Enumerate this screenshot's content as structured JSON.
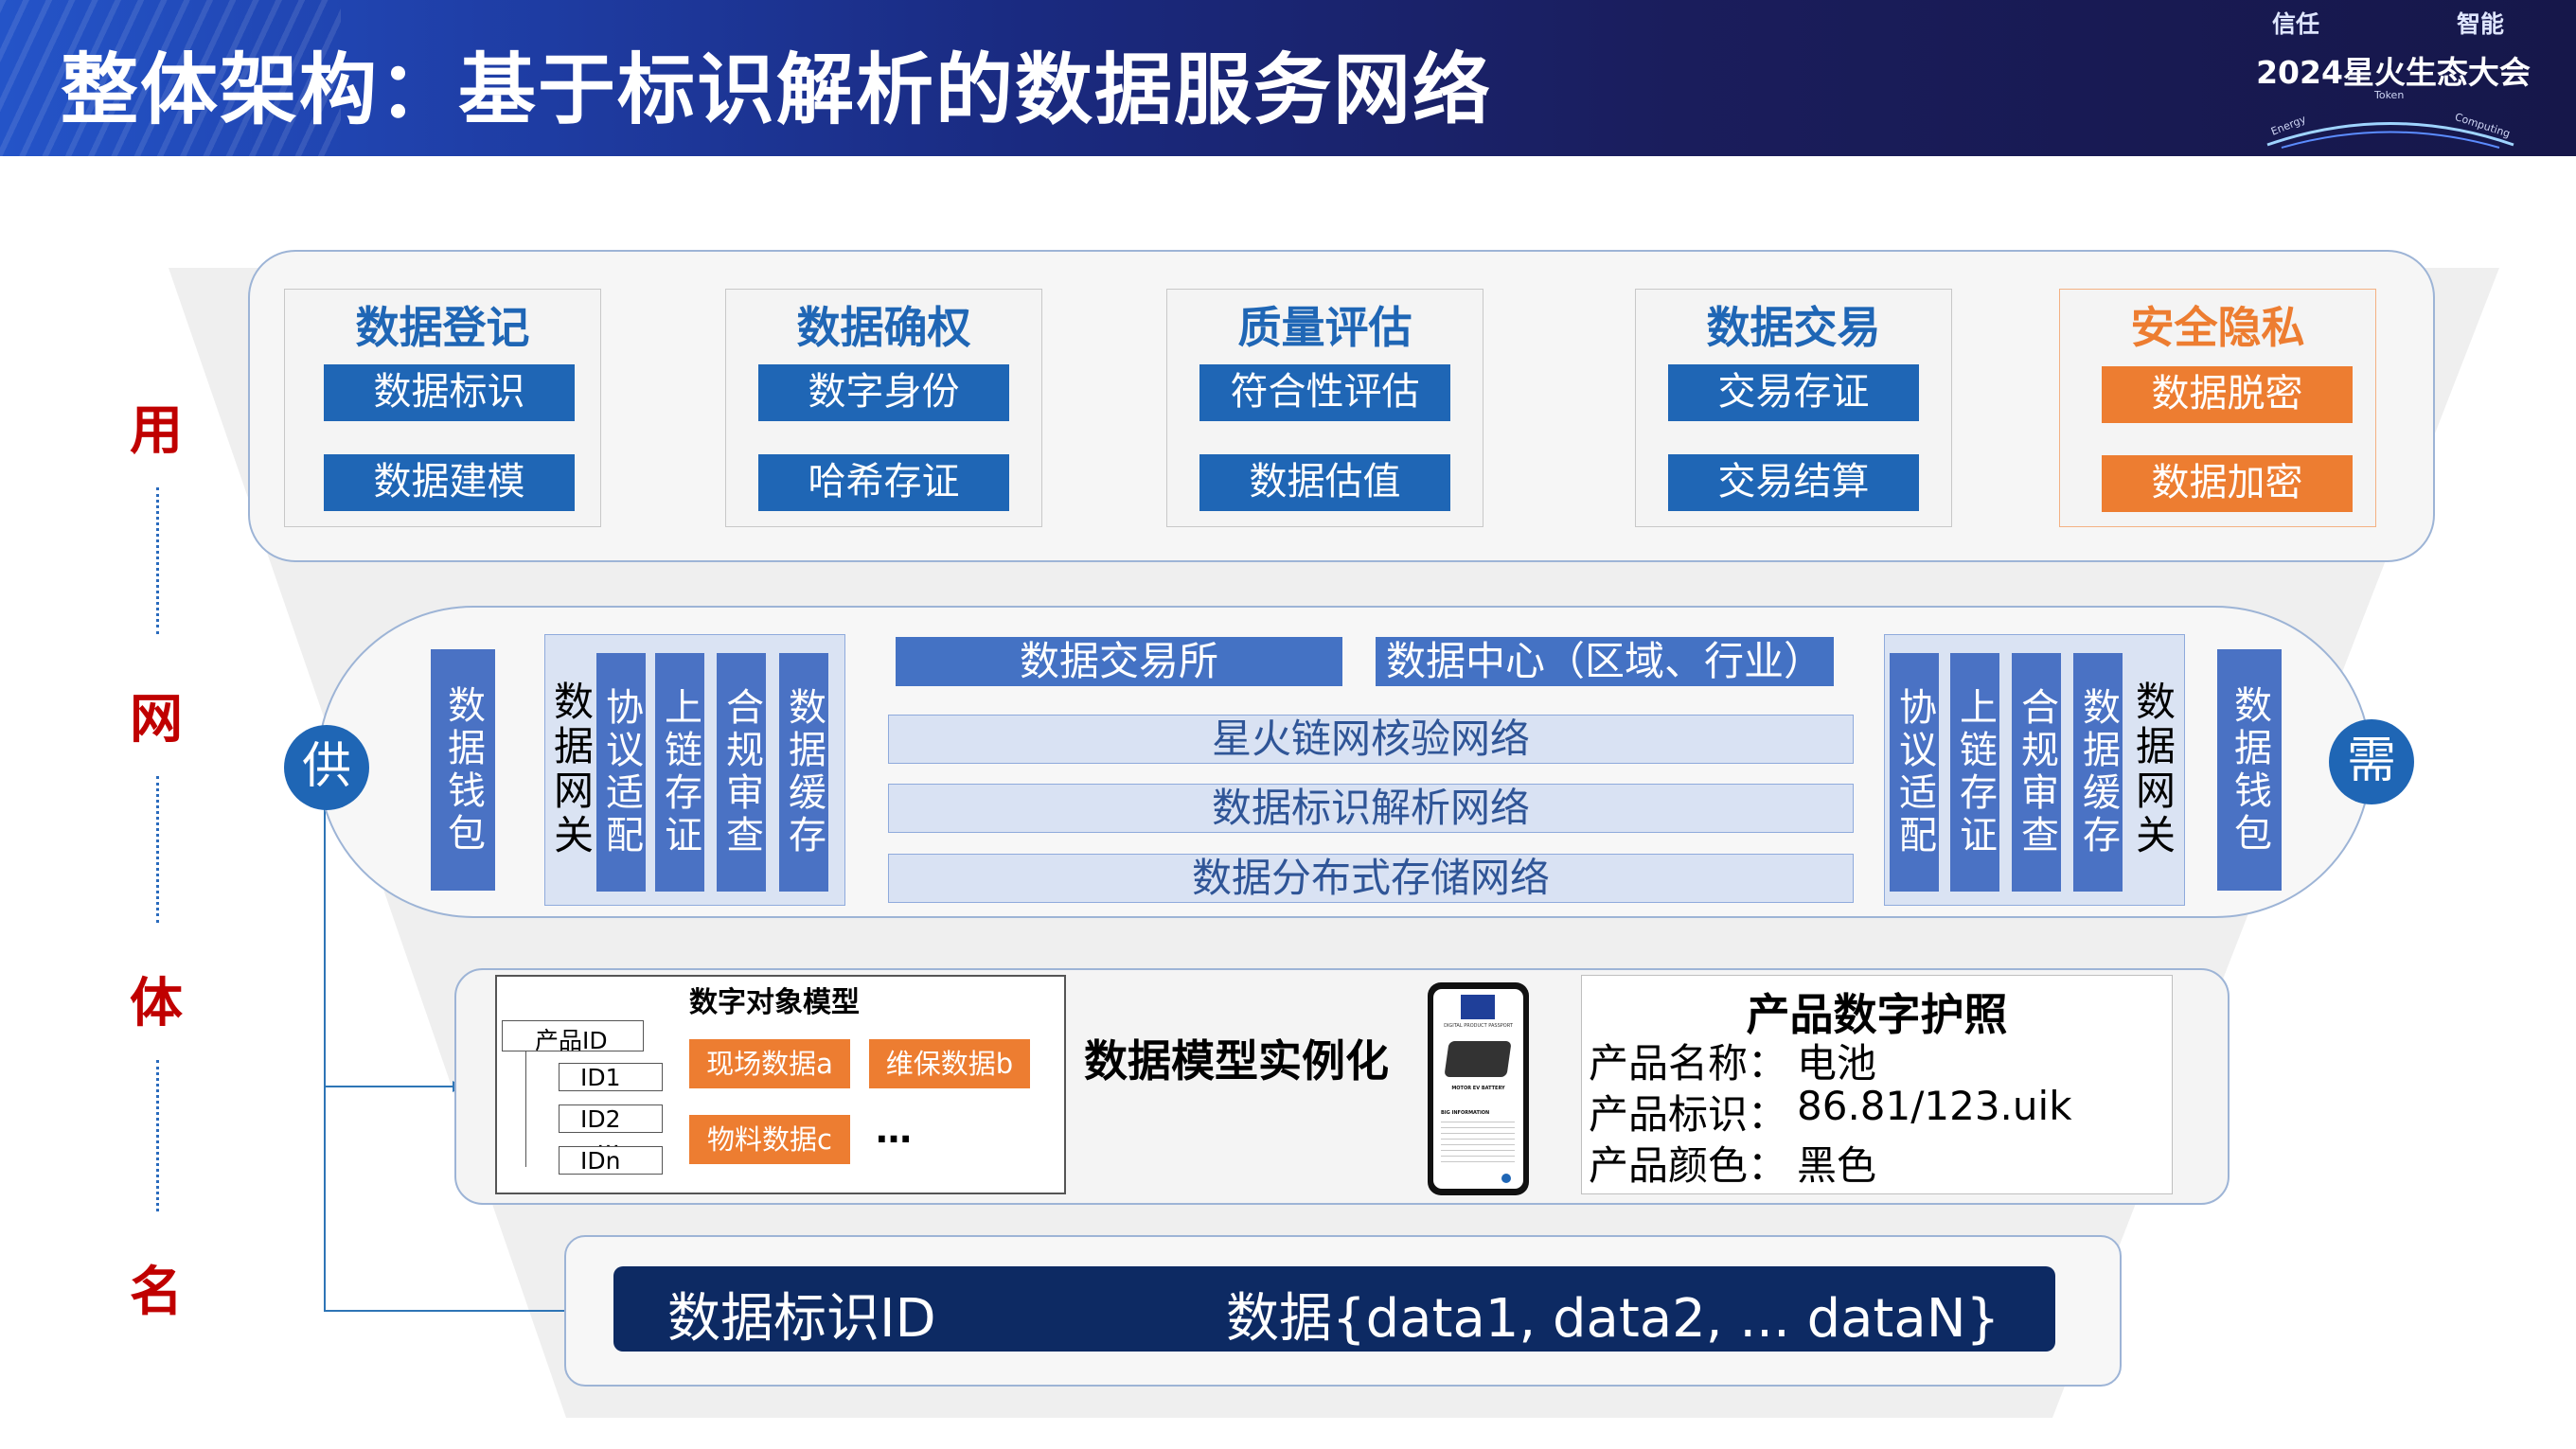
{
  "header": {
    "title": "整体架构：基于标识解析的数据服务网络",
    "conference": "2024星火生态大会",
    "tagline_left": "信任",
    "tagline_right": "智能",
    "logo_small_energy": "Energy",
    "logo_small_token": "Token",
    "logo_small_computing": "Computing"
  },
  "side_labels": [
    "用",
    "网",
    "体",
    "名"
  ],
  "app_layer": {
    "groups": [
      {
        "title": "数据登记",
        "items": [
          "数据标识",
          "数据建模"
        ]
      },
      {
        "title": "数据确权",
        "items": [
          "数字身份",
          "哈希存证"
        ]
      },
      {
        "title": "质量评估",
        "items": [
          "符合性评估",
          "数据估值"
        ]
      },
      {
        "title": "数据交易",
        "items": [
          "交易存证",
          "交易结算"
        ]
      },
      {
        "title": "安全隐私",
        "items": [
          "数据脱密",
          "数据加密"
        ]
      }
    ],
    "colors": {
      "blue": "#1f66b5",
      "orange": "#ed7d31",
      "title_orange": "#ed7d31"
    }
  },
  "network_layer": {
    "supply": "供",
    "demand": "需",
    "left_wallet": "数据钱包",
    "left_gateway": "数据网关",
    "left_cols": [
      "协议适配",
      "上链存证",
      "合规审查",
      "数据缓存"
    ],
    "right_cols": [
      "协议适配",
      "上链存证",
      "合规审查",
      "数据缓存"
    ],
    "right_gateway": "数据网关",
    "right_wallet": "数据钱包",
    "top_boxes": [
      "数据交易所",
      "数据中心（区域、行业）"
    ],
    "networks": [
      "星火链网核验网络",
      "数据标识解析网络",
      "数据分布式存储网络"
    ]
  },
  "object_layer": {
    "model_title": "数字对象模型",
    "tree_root": "产品ID",
    "tree_children": [
      "ID1",
      "ID2",
      "…",
      "IDn"
    ],
    "data_boxes": [
      "现场数据a",
      "维保数据b",
      "物料数据c"
    ],
    "ellipsis": "…",
    "arrow_label": "数据模型实例化",
    "phone_header": "DIGITAL PRODUCT PASSPORT",
    "phone_product": "MOTOR EV BATTERY",
    "phone_info": "BIG INFORMATION",
    "passport_title": "产品数字护照",
    "passport_rows": [
      {
        "key": "产品名称：",
        "value": "电池"
      },
      {
        "key": "产品标识：",
        "value": "86.81/123.uik"
      },
      {
        "key": "产品颜色：",
        "value": "黑色"
      }
    ]
  },
  "name_layer": {
    "left": "数据标识ID",
    "right": "数据{data1, data2, ... dataN}"
  }
}
